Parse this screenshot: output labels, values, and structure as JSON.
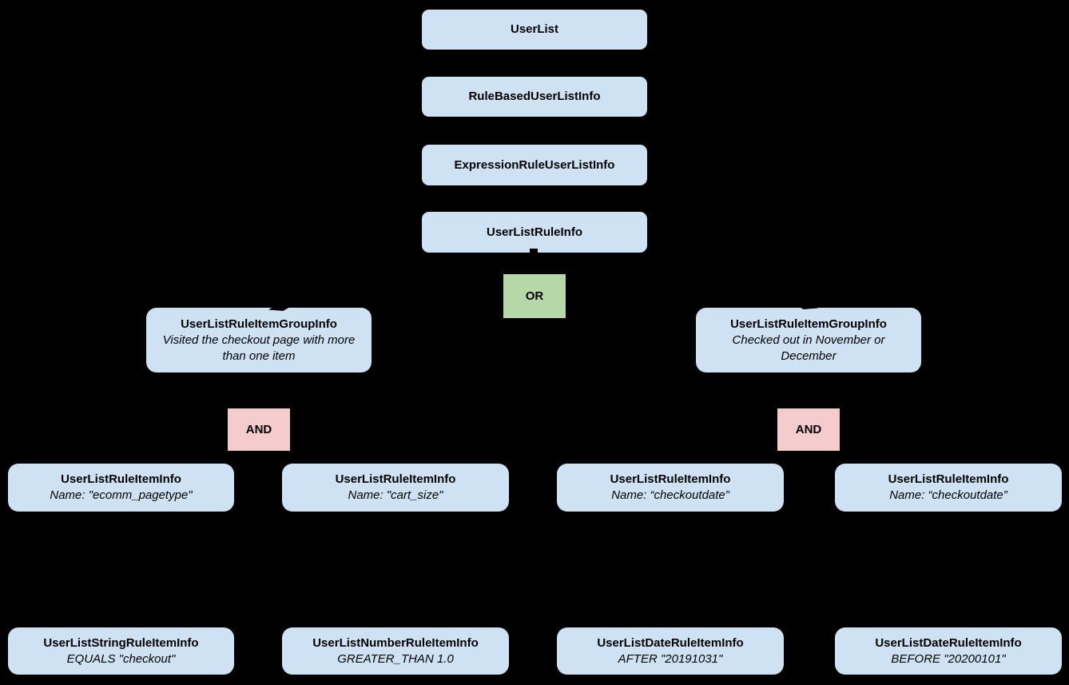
{
  "diagram": {
    "title": "UserList rule hierarchy diagram",
    "colors": {
      "background": "#000000",
      "class_fill": "#cfe2f3",
      "or_fill": "#b6d7a8",
      "and_fill": "#f4cccc",
      "text": "#000000"
    },
    "nodes": {
      "userlist": {
        "label": "UserList"
      },
      "rulebased": {
        "label": "RuleBasedUserListInfo"
      },
      "expression": {
        "label": "ExpressionRuleUserListInfo"
      },
      "userlistrule": {
        "label": "UserListRuleInfo"
      },
      "or_operator": {
        "label": "OR"
      },
      "group_left": {
        "label": "UserListRuleItemGroupInfo",
        "note": "Visited the checkout page with more than one item"
      },
      "group_right": {
        "label": "UserListRuleItemGroupInfo",
        "note": "Checked out in November or December"
      },
      "and_left": {
        "label": "AND"
      },
      "and_right": {
        "label": "AND"
      },
      "item1": {
        "label": "UserListRuleItemInfo",
        "note": "Name: \"ecomm_pagetype\""
      },
      "item2": {
        "label": "UserListRuleItemInfo",
        "note": "Name: \"cart_size\""
      },
      "item3": {
        "label": "UserListRuleItemInfo",
        "note": "Name: “checkoutdate”"
      },
      "item4": {
        "label": "UserListRuleItemInfo",
        "note": "Name: “checkoutdate”"
      },
      "leaf1": {
        "label": "UserListStringRuleItemInfo",
        "note": "EQUALS \"checkout\""
      },
      "leaf2": {
        "label": "UserListNumberRuleItemInfo",
        "note": "GREATER_THAN 1.0"
      },
      "leaf3": {
        "label": "UserListDateRuleItemInfo",
        "note": "AFTER \"20191031\""
      },
      "leaf4": {
        "label": "UserListDateRuleItemInfo",
        "note": "BEFORE \"20200101\""
      }
    }
  }
}
